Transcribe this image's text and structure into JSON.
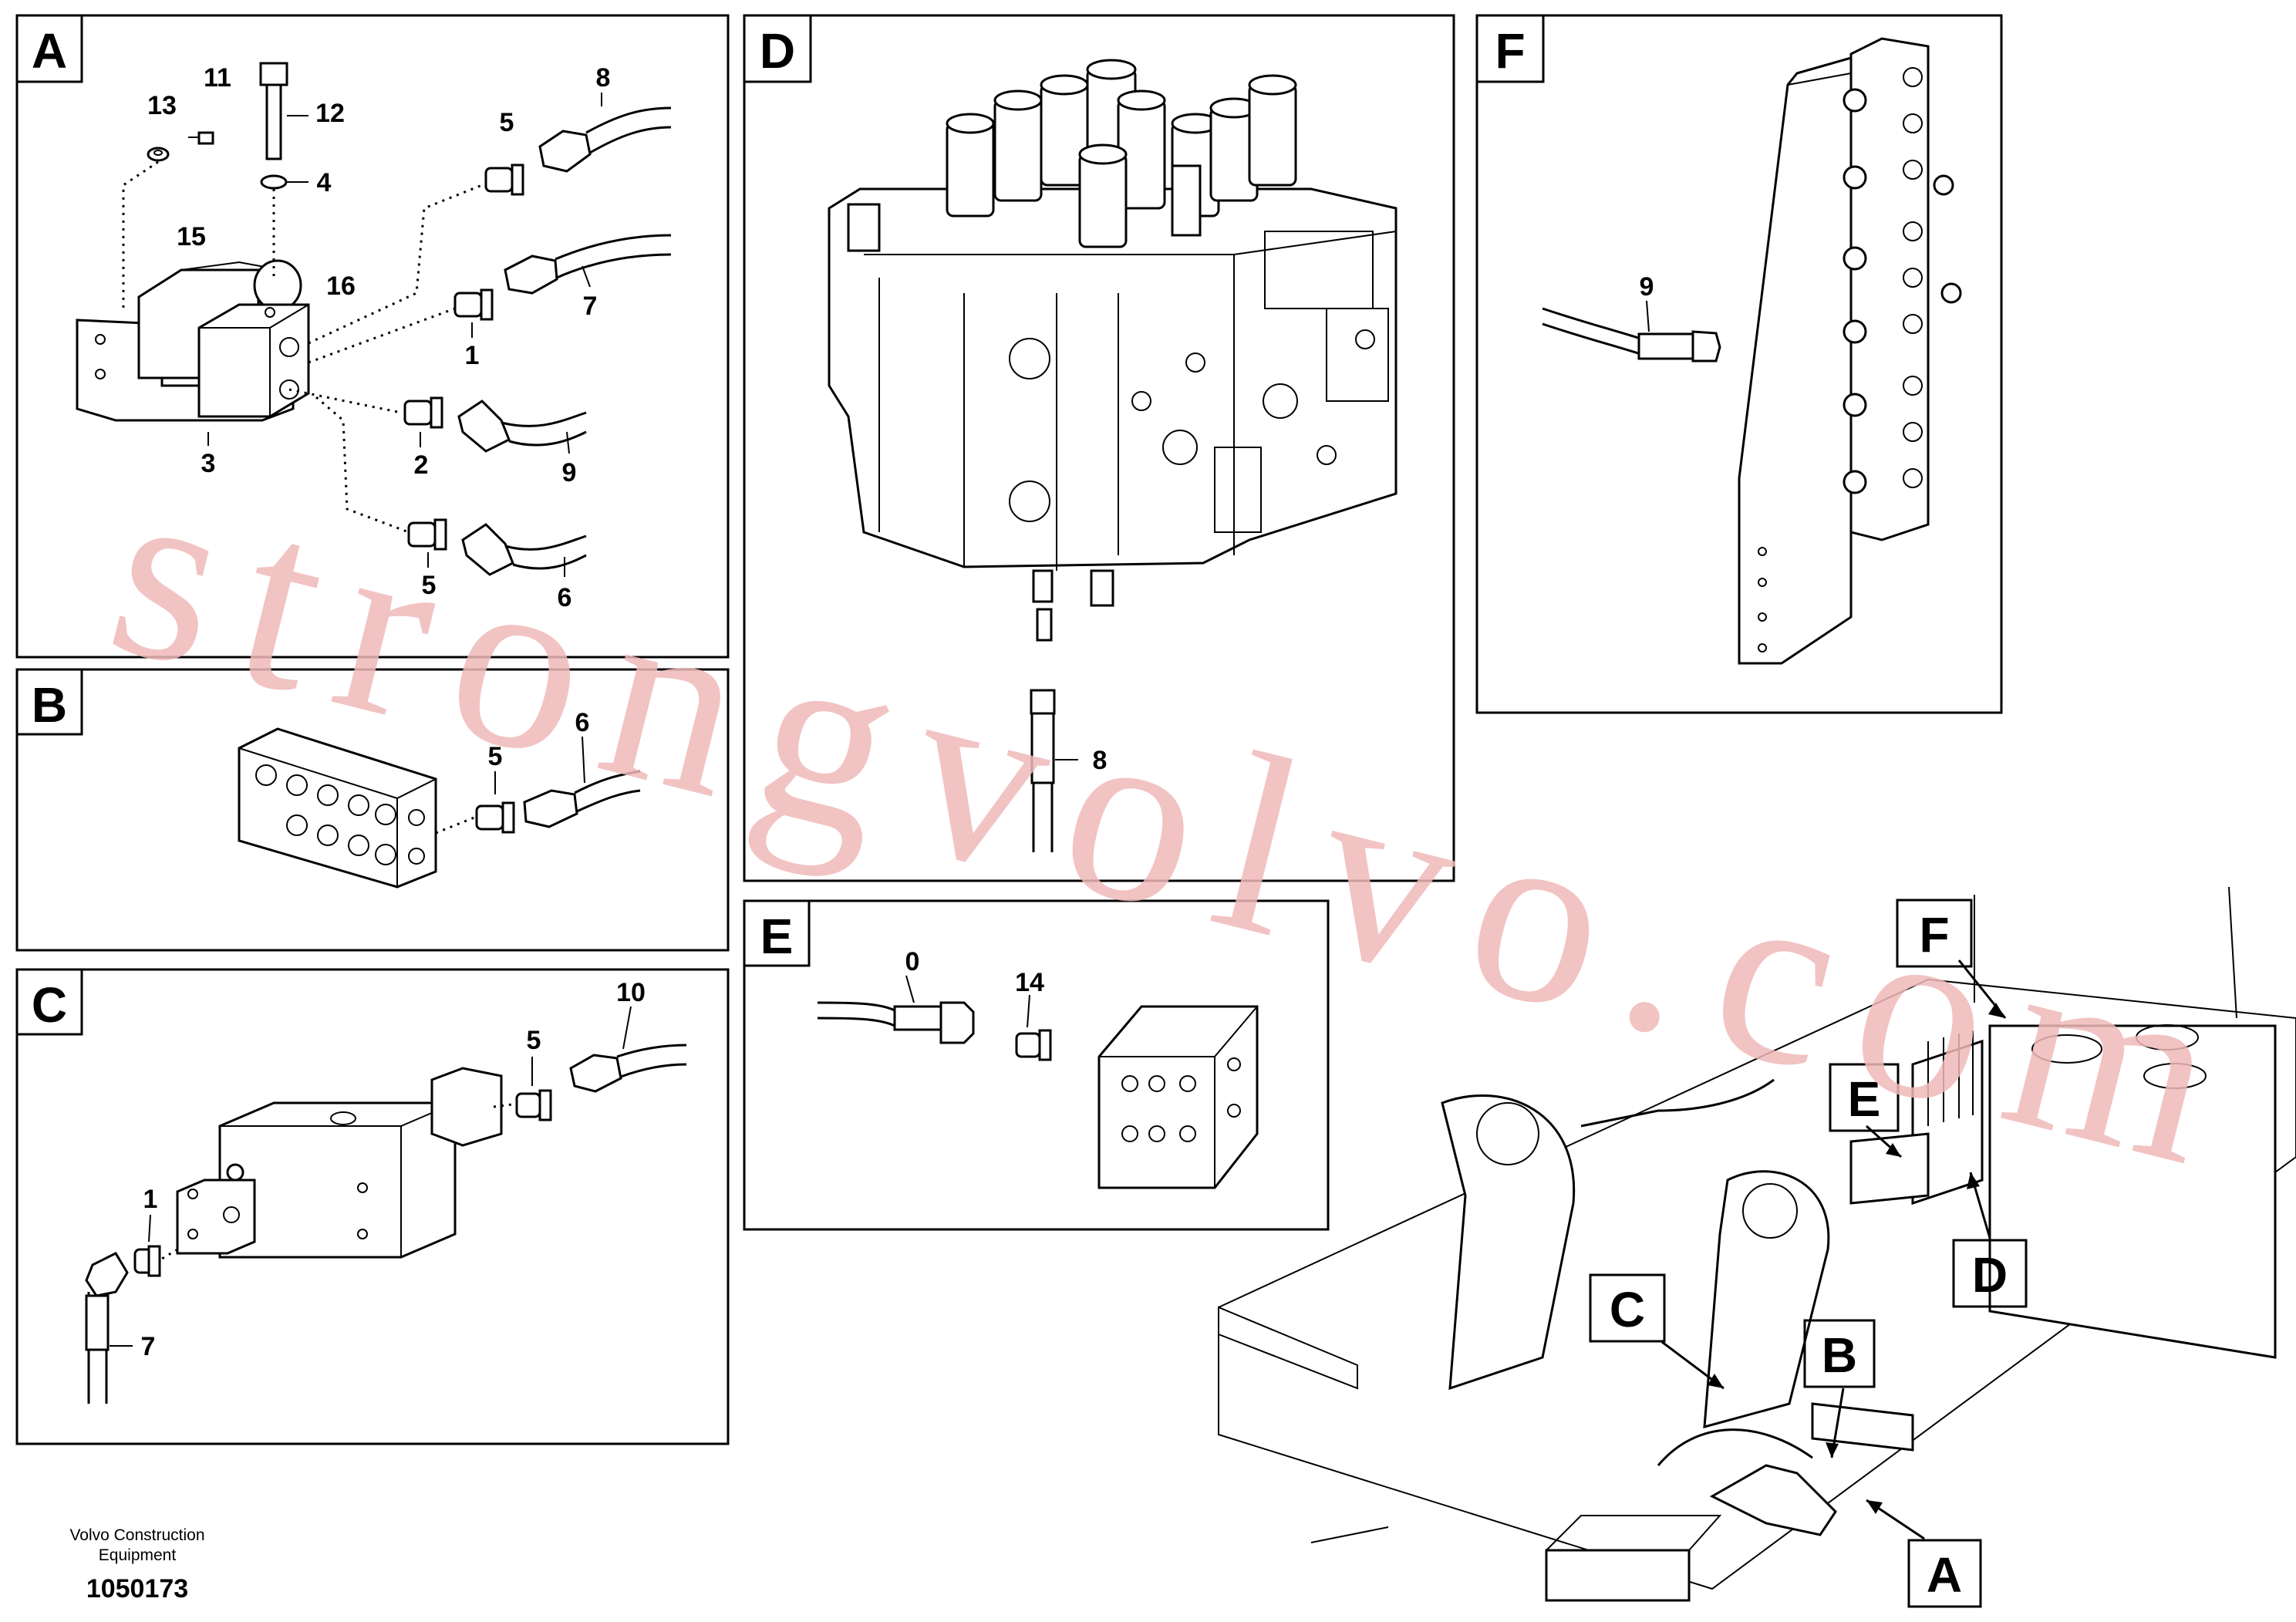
{
  "watermark": "strongvolvo.com",
  "footer": {
    "company_line1": "Volvo Construction",
    "company_line2": "Equipment",
    "drawing_number": "1050173"
  },
  "panels": {
    "A": {
      "label": "A",
      "callouts": [
        "13",
        "11",
        "12",
        "4",
        "15",
        "16",
        "3",
        "5",
        "8",
        "7",
        "1",
        "2",
        "9",
        "5",
        "6"
      ]
    },
    "B": {
      "label": "B",
      "callouts": [
        "5",
        "6"
      ]
    },
    "C": {
      "label": "C",
      "callouts": [
        "5",
        "10",
        "1",
        "7"
      ]
    },
    "D": {
      "label": "D",
      "callouts": [
        "8"
      ]
    },
    "E": {
      "label": "E",
      "callouts": [
        "0",
        "14"
      ]
    },
    "F": {
      "label": "F",
      "callouts": [
        "9"
      ]
    }
  },
  "overview": {
    "markers": [
      "F",
      "E",
      "D",
      "C",
      "B",
      "A"
    ]
  }
}
